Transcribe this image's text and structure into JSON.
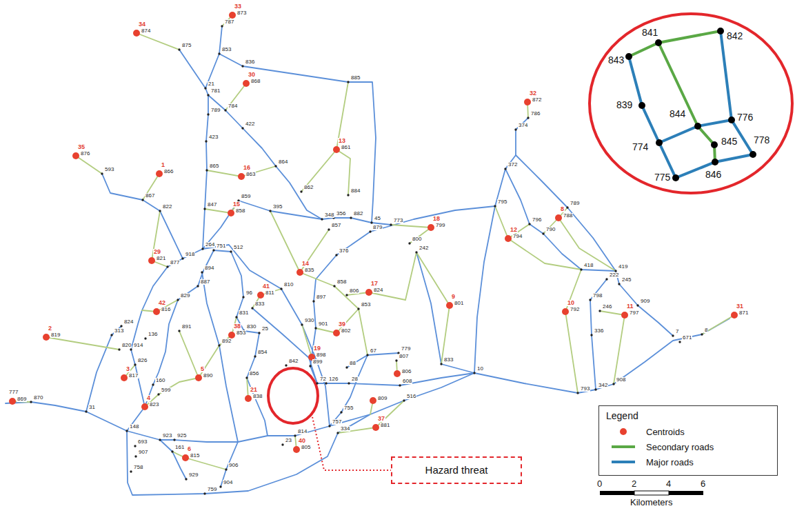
{
  "diagram": {
    "nodes": [
      {
        "text": [
          "Legend"
        ]
      },
      {
        "text": [
          "Hazard threat"
        ]
      }
    ],
    "labels": [
      "34",
      "874",
      "33",
      "873",
      "30",
      "868",
      "13",
      "861",
      "16",
      "863",
      "1",
      "866",
      "35",
      "876",
      "32",
      "872",
      "29",
      "821",
      "15",
      "858",
      "14",
      "835",
      "41",
      "811",
      "42",
      "816",
      "18",
      "799",
      "17",
      "824",
      "9",
      "801",
      "8",
      "788",
      "12",
      "794",
      "10",
      "792",
      "11",
      "797",
      "31",
      "871",
      "2",
      "819",
      "38",
      "853",
      "39",
      "802",
      "19",
      "898",
      "5",
      "890",
      "3",
      "817",
      "4",
      "823",
      "21",
      "838",
      "37",
      "881",
      "40",
      "805",
      "6",
      "815",
      "777",
      "869",
      "806",
      "809",
      "875",
      "787",
      "853",
      "836",
      "885",
      "21",
      "781",
      "789",
      "784",
      "422",
      "423",
      "865",
      "864",
      "862",
      "884",
      "847",
      "859",
      "395",
      "348",
      "356",
      "882",
      "857",
      "45",
      "773",
      "879",
      "800",
      "242",
      "264",
      "751",
      "918",
      "877",
      "822",
      "867",
      "593",
      "512",
      "810",
      "376",
      "858",
      "806",
      "853",
      "897",
      "930",
      "901",
      "833",
      "831",
      "96",
      "894",
      "887",
      "829",
      "891",
      "824",
      "313",
      "820",
      "914",
      "826",
      "136",
      "892",
      "830",
      "25",
      "854",
      "856",
      "899",
      "842",
      "72",
      "126",
      "28",
      "755",
      "757",
      "334",
      "516",
      "608",
      "807",
      "779",
      "67",
      "88",
      "10",
      "833",
      "793",
      "342",
      "908",
      "7",
      "671",
      "8",
      "786",
      "374",
      "372",
      "795",
      "789",
      "796",
      "790",
      "418",
      "419",
      "222",
      "245",
      "798",
      "246",
      "909",
      "336",
      "870",
      "160",
      "599",
      "31",
      "148",
      "693",
      "907",
      "758",
      "923",
      "925",
      "161",
      "929",
      "906",
      "904",
      "759",
      "814",
      "23",
      "841",
      "842",
      "843",
      "839",
      "844",
      "776",
      "774",
      "845",
      "778",
      "775",
      "846",
      "0",
      "2",
      "4",
      "6",
      "Kilometers"
    ],
    "legend": [
      {
        "text": "Centroids",
        "color": "#e8412f"
      },
      {
        "text": "Secondary roads"
      },
      {
        "text": "Major roads"
      }
    ]
  }
}
